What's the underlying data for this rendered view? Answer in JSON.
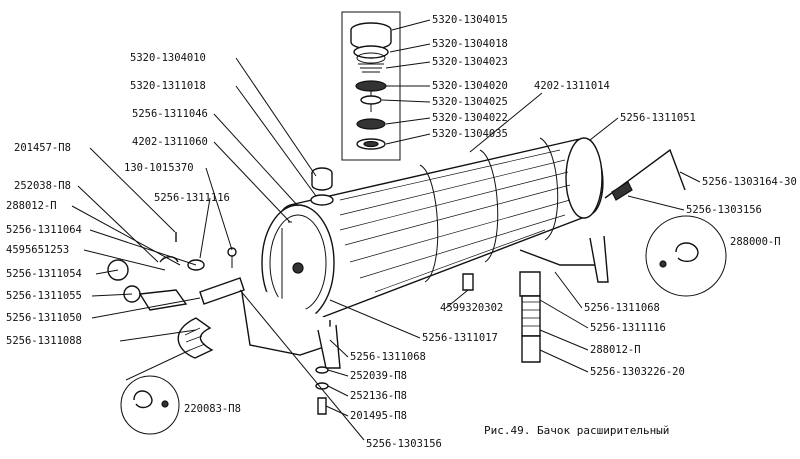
{
  "labels": {
    "l1": "5320-1304015",
    "l2": "5320-1304018",
    "l3": "5320-1304023",
    "l4": "5320-1304020",
    "l5": "5320-1304025",
    "l6": "5320-1304022",
    "l7": "5320-1304035",
    "l8": "5320-1304010",
    "l9": "5320-1311018",
    "l10": "4202-1311014",
    "l11": "5256-1311046",
    "l12": "4202-1311060",
    "l13": "5256-1311051",
    "l14": "201457-П8",
    "l15": "130-1015370",
    "l16": "5256-1303164-30",
    "l17": "252038-П8",
    "l18": "5256-1311116",
    "l19": "5256-1303156",
    "l20": "288012-П",
    "l21": "5256-1311064",
    "l22": "4595651253",
    "l23": "288000-П",
    "l24": "5256-1311054",
    "l25": "5256-1311055",
    "l26": "5256-1311068",
    "l27": "4599320302",
    "l28": "5256-1311050",
    "l29": "5256-1311116",
    "l30": "5256-1311017",
    "l31": "288012-П",
    "l32": "5256-1311088",
    "l33": "5256-1311068",
    "l34": "5256-1303226-20",
    "l35": "252039-П8",
    "l36": "252136-П8",
    "l37": "220083-П8",
    "l38": "201495-П8",
    "l39": "5256-1303156"
  },
  "caption": "Рис.49. Бачок расширительный"
}
